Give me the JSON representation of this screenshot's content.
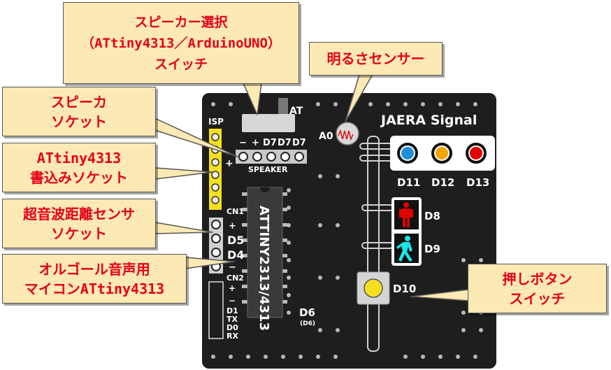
{
  "callouts": {
    "speaker_select": {
      "line1": "スピーカー選択",
      "line2": "（ATtiny4313／ArduinoUNO）",
      "line3": "スイッチ"
    },
    "light_sensor": {
      "line1": "明るさセンサー"
    },
    "speaker_socket": {
      "line1": "スピーカ",
      "line2": "ソケット"
    },
    "attiny_socket": {
      "line1": "ATtiny4313",
      "line2": "書込みソケット"
    },
    "ultrasonic_socket": {
      "line1": "超音波距離センサ",
      "line2": "ソケット"
    },
    "orgel_mcu": {
      "line1": "オルゴール音声用",
      "line2": "マイコンATtiny4313"
    },
    "push_button": {
      "line1": "押しボタン",
      "line2": "スイッチ"
    }
  },
  "board": {
    "title": "JAERA Signal",
    "isp_label": "ISP",
    "sat_label": "AT",
    "a0_label": "A0",
    "speaker_label": "SPEAKER",
    "speaker_pins": [
      "−",
      "+",
      "D7",
      "D7",
      "D7"
    ],
    "isp_plus": "+",
    "cn1_label": "CN1",
    "cn1_pins": [
      "+",
      "D5",
      "D4",
      "−"
    ],
    "cn2_label": "CN2",
    "cn2_pins": [
      "+",
      "−",
      "D1",
      "TX",
      "D0",
      "RX"
    ],
    "chip_label": "ATTINY2313/4313",
    "d6_label": "D6",
    "d6_sub": "(D6)",
    "signal_labels": [
      "D11",
      "D12",
      "D13"
    ],
    "ped_labels": [
      "D8",
      "D9"
    ],
    "button_label": "D10"
  },
  "colors": {
    "board": "#1e1e1e",
    "callout_fill": "#fde9b3",
    "callout_text": "#e5001a",
    "isp_header": "#f5e020",
    "lamp_blue": "#1e8fd8",
    "lamp_yellow": "#f2a400",
    "lamp_red": "#e00000",
    "ped_red": "#e00000",
    "ped_cyan": "#19e6e6",
    "button": "#f5e020"
  }
}
